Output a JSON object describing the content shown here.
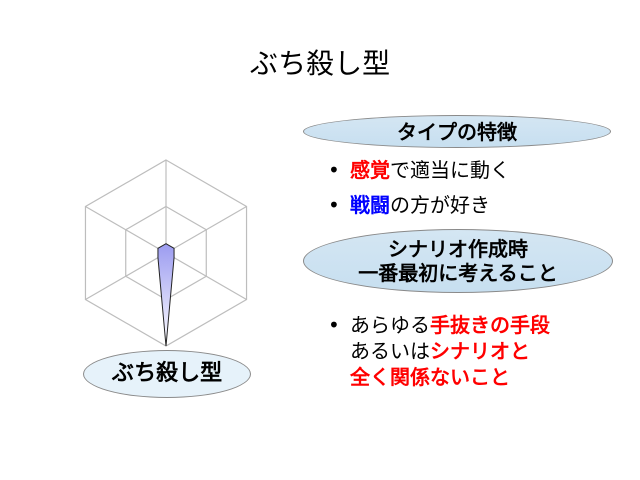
{
  "slide": {
    "title": "ぶち殺し型",
    "features_header": "タイプの特徴",
    "bullets": [
      {
        "highlight": "感覚",
        "rest": "で適当に動く",
        "highlight_color": "#ff0000"
      },
      {
        "highlight": "戦闘",
        "rest": "の方が好き",
        "highlight_color": "#0000ff"
      }
    ],
    "scenario_header": [
      "シナリオ作成時",
      "一番最初に考えること"
    ],
    "scenario_bullet": {
      "line1_plain": "あらゆる",
      "line1_red": "手抜きの手段",
      "line2_plain": "あるいは",
      "line2_red": "シナリオと",
      "line3_red": "全く関係ないこと"
    },
    "chart_label": "ぶち殺し型"
  },
  "chart_data": {
    "type": "radar",
    "axes": 6,
    "rings": 2,
    "range": [
      0,
      2
    ],
    "series": [
      {
        "name": "ぶち殺し型",
        "values": [
          0.2,
          0.2,
          0.2,
          2,
          0.2,
          0.2
        ],
        "color": "#a0a0f0"
      }
    ],
    "grid": true
  }
}
